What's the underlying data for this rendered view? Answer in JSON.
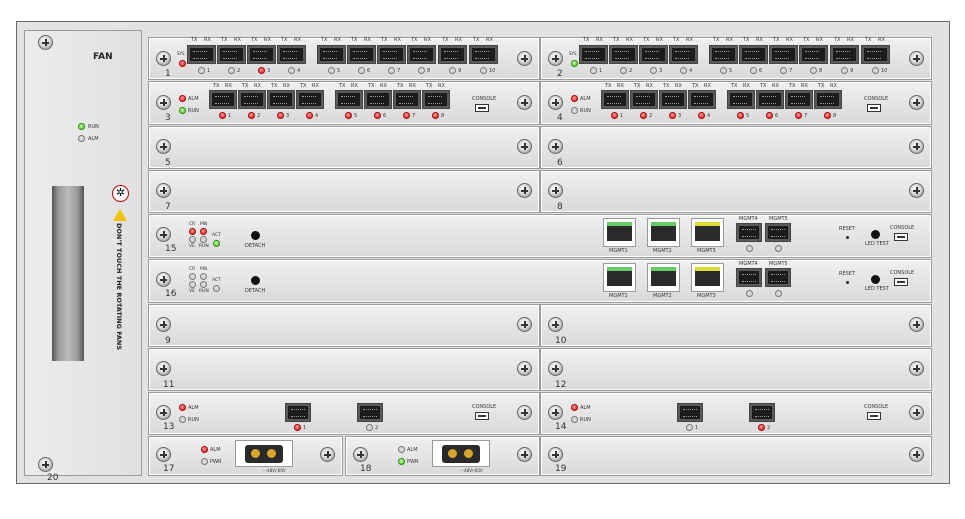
{
  "fan": {
    "title": "FAN",
    "led_run": "RUN",
    "led_alm": "ALM",
    "warning": "DON'T TOUCH THE ROTATING FANS",
    "slot": "20"
  },
  "slots": {
    "s1": "1",
    "s2": "2",
    "s3": "3",
    "s4": "4",
    "s5": "5",
    "s6": "6",
    "s7": "7",
    "s8": "8",
    "s9": "9",
    "s10": "10",
    "s11": "11",
    "s12": "12",
    "s13": "13",
    "s14": "14",
    "s15": "15",
    "s16": "16",
    "s17": "17",
    "s18": "18",
    "s19": "19"
  },
  "labels": {
    "tx": "TX",
    "rx": "RX",
    "alm": "ALM",
    "run": "RUN",
    "pwr": "PWR",
    "console": "CONSOLE",
    "sys": "SYS",
    "cr": "CR",
    "mn": "MN",
    "ve": "VE",
    "act": "ACT",
    "detach": "DETACH",
    "reset": "RESET",
    "led_test": "LED TEST",
    "mgmt1": "MGMT1",
    "mgmt2": "MGMT2",
    "mgmt3": "MGMT3",
    "mgmt4": "MGMT4",
    "mgmt5": "MGMT5",
    "psu_polarity": "- -48V/-60V",
    "p1": "1",
    "p2": "2",
    "p3": "3",
    "p4": "4",
    "p5": "5",
    "p6": "6",
    "p7": "7",
    "p8": "8",
    "p9": "9",
    "p10": "10"
  },
  "colors": {
    "led_red": "#e01818",
    "led_green": "#3cc80e",
    "led_off": "#d8d8d8"
  }
}
